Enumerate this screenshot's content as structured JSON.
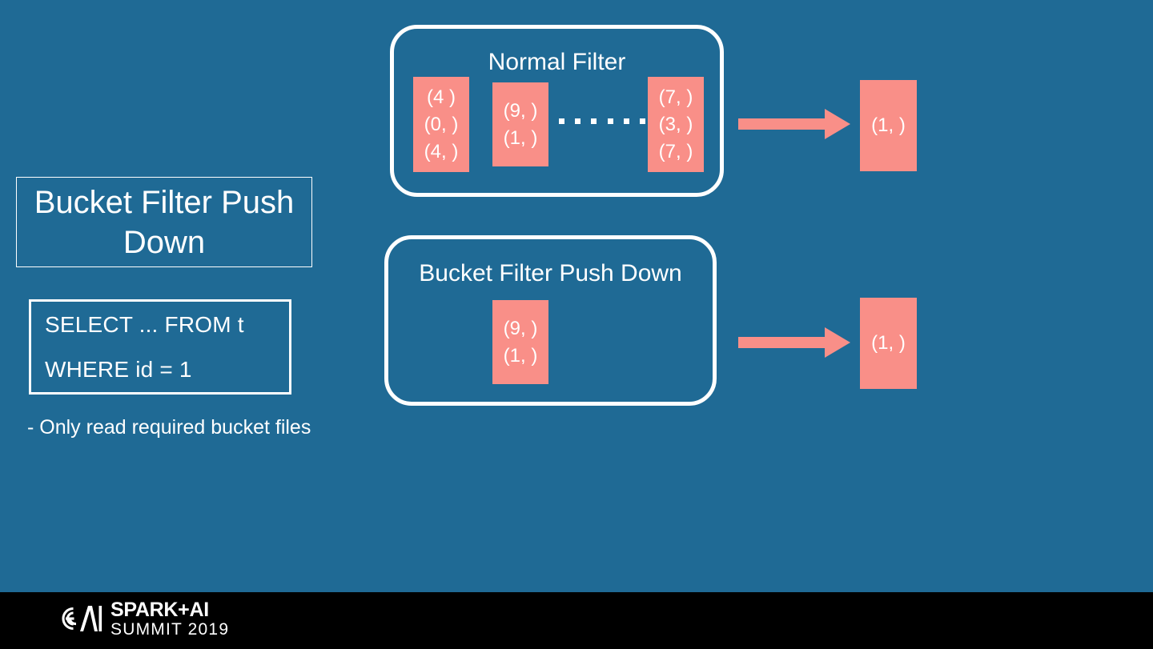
{
  "slide": {
    "background_color": "#1f6a95",
    "accent_color": "#f98f88",
    "text_color": "#ffffff",
    "footer_color": "#000000"
  },
  "left": {
    "title": "Bucket Filter Push Down",
    "sql": {
      "line1": "SELECT ... FROM t",
      "line2": "WHERE id = 1"
    },
    "note": "- Only read required bucket files"
  },
  "panels": [
    {
      "id": "normal-filter",
      "title": "Normal Filter",
      "files": [
        {
          "rows": [
            "(4 )",
            "(0, )",
            "(4, )"
          ]
        },
        {
          "rows": [
            "(9, )",
            "(1, )"
          ]
        },
        {
          "rows": [
            "(7, )",
            "(3, )",
            "(7, )"
          ]
        }
      ],
      "ellipsis_dots": 6,
      "output": {
        "rows": [
          "(1, )"
        ]
      }
    },
    {
      "id": "bucket-filter-push-down",
      "title": "Bucket Filter Push Down",
      "files": [
        {
          "rows": [
            "(9, )",
            "(1, )"
          ]
        }
      ],
      "output": {
        "rows": [
          "(1, )"
        ]
      }
    }
  ],
  "footer": {
    "logo_line1": "SPARK+AI",
    "logo_line2": "SUMMIT 2019",
    "logo_mark": "spark-summit-logo-icon"
  }
}
